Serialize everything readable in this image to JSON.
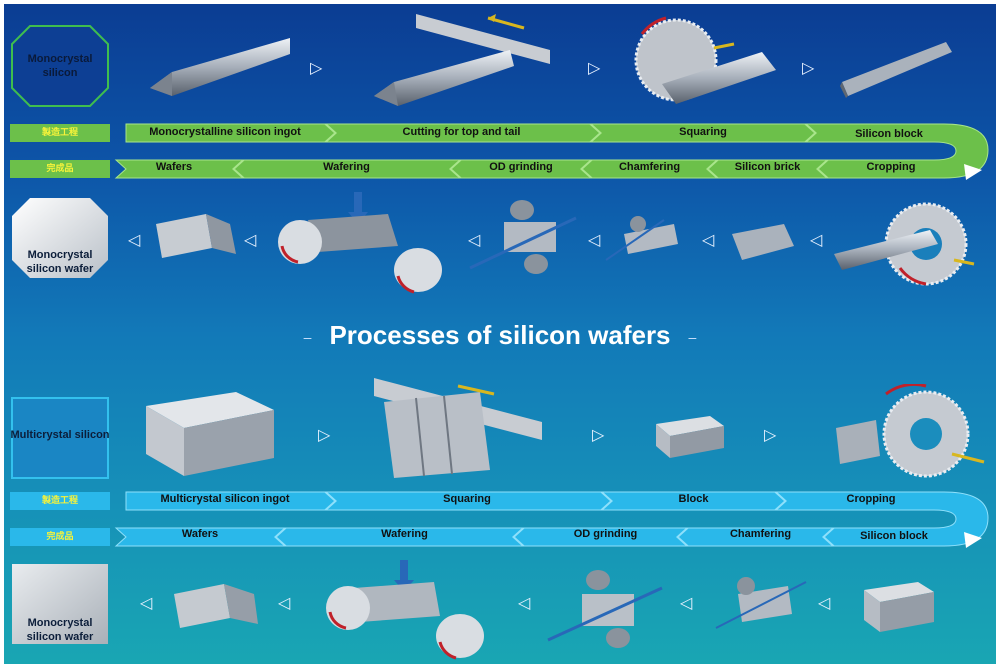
{
  "title": "Processes of silicon wafers",
  "mono": {
    "start_box": "Monocrystal silicon",
    "end_box": "Monocrystal silicon wafer",
    "tag_process": "製造工程",
    "tag_product": "完成品",
    "top_steps": [
      "Monocrystalline  silicon  ingot",
      "Cutting  for  top  and  tail",
      "Squaring",
      "Silicon  block"
    ],
    "bottom_steps": [
      "Wafers",
      "Wafering",
      "OD grinding",
      "Chamfering",
      "Silicon brick",
      "Cropping"
    ]
  },
  "multi": {
    "start_box": "Multicrystal silicon",
    "end_box": "Monocrystal silicon wafer",
    "tag_process": "製造工程",
    "tag_product": "完成品",
    "top_steps": [
      "Multicrystal  silicon  ingot",
      "Squaring",
      "Block",
      "Cropping"
    ],
    "bottom_steps": [
      "Wafers",
      "Wafering",
      "OD grinding",
      "Chamfering",
      "Silicon  block"
    ]
  },
  "colors": {
    "mono_band": "#6cc04a",
    "multi_band": "#2ab8ea",
    "tag_text": "#f7f33a",
    "arrow_red": "#c0212a",
    "arrow_yellow": "#d8b71f",
    "arrow_blue": "#2868b8"
  },
  "icons": [
    "play-outline-icon",
    "saw-blade-icon",
    "roller-icon"
  ]
}
